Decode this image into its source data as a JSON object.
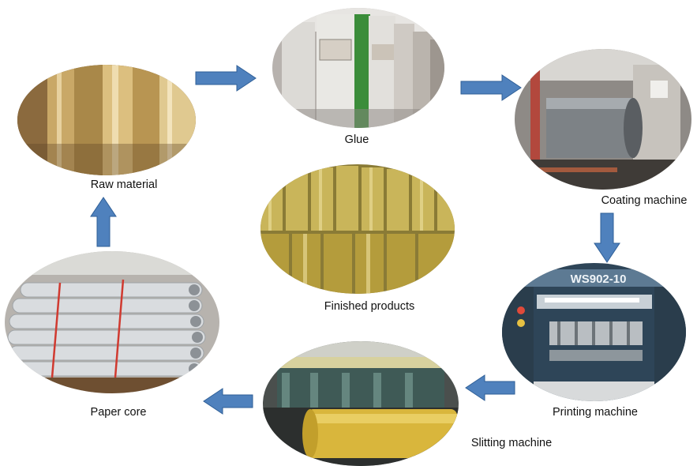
{
  "steps": {
    "raw_material": "Raw material",
    "glue": "Glue",
    "coating": "Coating machine",
    "printing": "Printing machine",
    "slitting": "Slitting machine",
    "paper_core": "Paper core",
    "finished": "Finished products"
  },
  "machine_sign": "WS902-10",
  "colors": {
    "arrow": "#4f81bd",
    "arrow_edge": "#2f5f97",
    "tape_amber": "#c9a84a",
    "machine_frame": "#3d5f7a"
  }
}
